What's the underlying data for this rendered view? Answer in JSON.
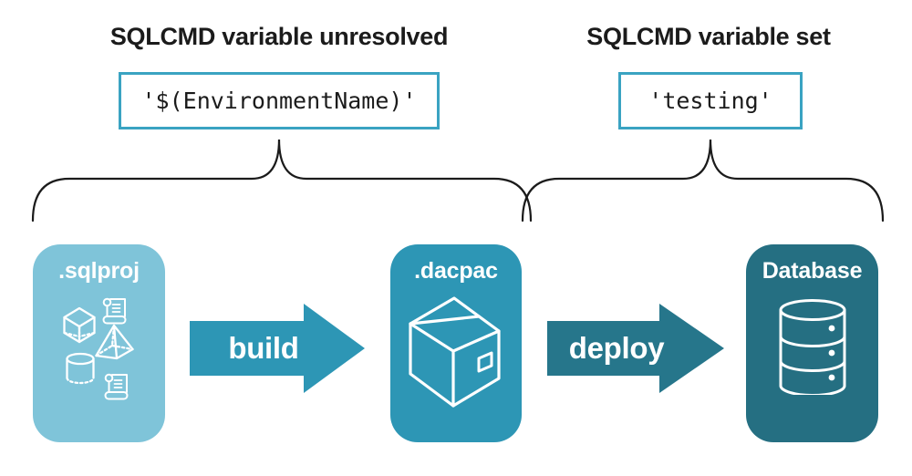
{
  "headings": {
    "left": "SQLCMD variable unresolved",
    "right": "SQLCMD variable set"
  },
  "code_boxes": {
    "left_value": "'$(EnvironmentName)'",
    "right_value": "'testing'"
  },
  "pipeline": {
    "source": {
      "label": ".sqlproj"
    },
    "artifact": {
      "label": ".dacpac"
    },
    "target": {
      "label": "Database"
    }
  },
  "arrows": {
    "build": {
      "label": "build"
    },
    "deploy": {
      "label": "deploy"
    }
  },
  "icons": {
    "sqlproj_card": [
      "cube-icon",
      "script-icon",
      "pyramid-icon",
      "cylinder-icon",
      "script-icon"
    ],
    "dacpac_card": "package-icon",
    "database_card": "database-icon"
  },
  "colors": {
    "light_blue": "#7fc4d9",
    "teal": "#2d96b5",
    "dark_teal": "#26768b",
    "database_teal": "#256f82",
    "code_border": "#3aa3c2",
    "text": "#1b1b1b"
  }
}
